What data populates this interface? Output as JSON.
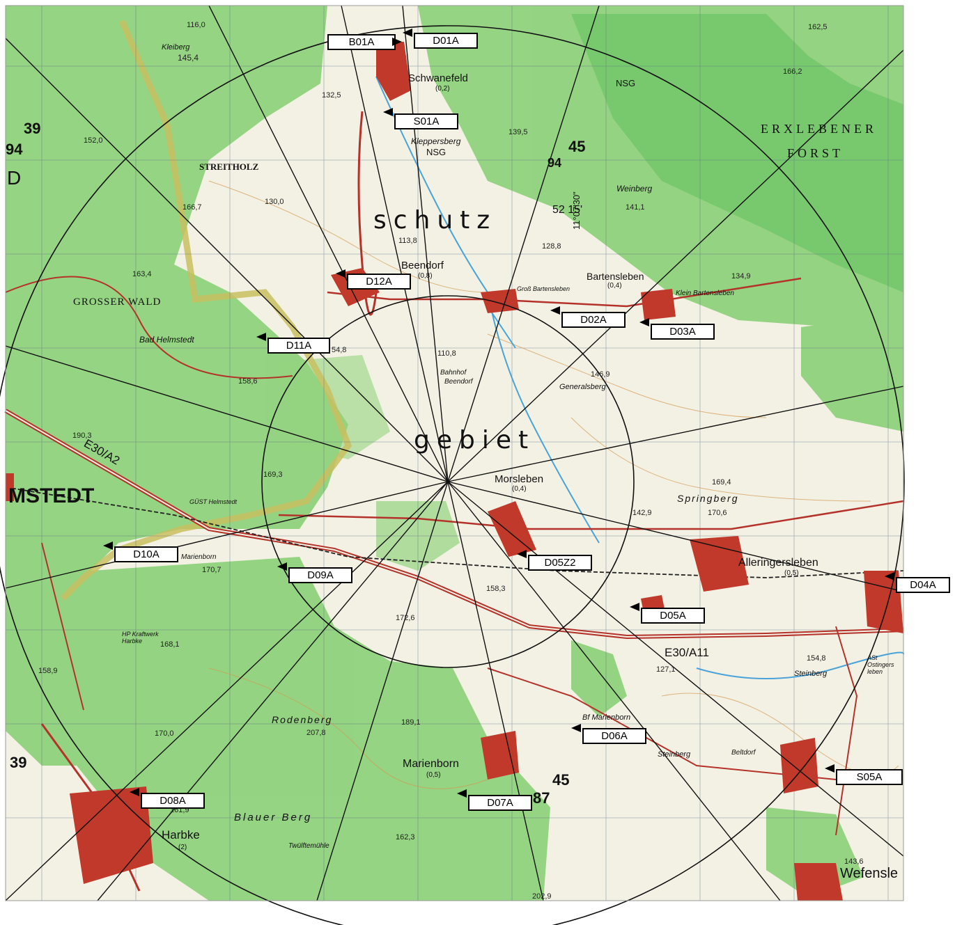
{
  "markers": [
    {
      "id": "B01A"
    },
    {
      "id": "D01A"
    },
    {
      "id": "S01A"
    },
    {
      "id": "D12A"
    },
    {
      "id": "D02A"
    },
    {
      "id": "D03A"
    },
    {
      "id": "D11A"
    },
    {
      "id": "D10A"
    },
    {
      "id": "D09A"
    },
    {
      "id": "D05Z2"
    },
    {
      "id": "D04A"
    },
    {
      "id": "D05A"
    },
    {
      "id": "D06A"
    },
    {
      "id": "S05A"
    },
    {
      "id": "D07A"
    },
    {
      "id": "D08A"
    }
  ],
  "places": {
    "schwanefeld": "Schwanefeld",
    "schwanefeld_sub": "(0,2)",
    "kleppersberg": "Kleppersberg",
    "nsg1": "NSG",
    "nsg2": "NSG",
    "streitholz": "STREITHOLZ",
    "kleiberg": "Kleiberg",
    "beendorf": "Beendorf",
    "beendorf_sub": "(0,8)",
    "bartensleben": "Bartensleben",
    "bartensleben_sub": "(0,4)",
    "gross_bartensleben": "Groß Bartensleben",
    "klein_bartensleben": "Klein Bartensleben",
    "grosser_wald": "GROSSER WALD",
    "bad_helmstedt": "Bad Helmstedt",
    "weinberg": "Weinberg",
    "generalsberg": "Generalsberg",
    "bahnhof": "Bahnhof",
    "bahnhof2": "Beendorf",
    "morsleben": "Morsleben",
    "morsleben_sub": "(0,4)",
    "springberg": "Springberg",
    "alleringersleben": "Alleringersleben",
    "alleringersleben_sub": "(0,5)",
    "erxlebener": "ERXLEBENER",
    "forst": "FORST",
    "helmstedt": "MSTEDT",
    "gust": "GÜST Helmstedt",
    "marienborn_small": "Marienborn",
    "rodenberg": "Rodenberg",
    "marienborn": "Marienborn",
    "marienborn_sub": "(0,5)",
    "bf_marienborn": "Bf Marienborn",
    "steinberg1": "Steinberg",
    "steinberg2": "Steinberg",
    "beltdorf": "Beltdorf",
    "harbke": "Harbke",
    "harbke_sub": "(2)",
    "blauer_berg": "Blauer Berg",
    "twolftemuhle": "Twülftemühle",
    "kraftwerk": "HP Kraftwerk Harbke",
    "wefensleben": "Wefensle",
    "ostingersleben": "ASt Ostingers leben",
    "schutz": "schutz",
    "gebiet": "gebiet",
    "road_e30_a2": "E30/A2",
    "road_e30_a11": "E30/A11",
    "coords": "52 15'",
    "coords2": "11°07'30\""
  },
  "grid_labels": {
    "g39a": "39",
    "g94a": "94",
    "g45a": "45",
    "g94b": "94",
    "g39b": "39",
    "g45b": "45",
    "g87": "87",
    "gd": "D"
  },
  "elevations": [
    "116,0",
    "145,4",
    "132,5",
    "139,5",
    "162,5",
    "166,2",
    "152,0",
    "130,0",
    "166,7",
    "141,1",
    "113,8",
    "128,8",
    "134,9",
    "163,4",
    "154,8",
    "110,8",
    "146,9",
    "158,6",
    "190,3",
    "169,3",
    "169,4",
    "170,6",
    "142,9",
    "170,7",
    "158,3",
    "172,6",
    "168,1",
    "158,9",
    "207,8",
    "170,0",
    "189,1",
    "161,9",
    "162,3",
    "143,6",
    "202,9",
    "127,1",
    "54,8"
  ],
  "colors": {
    "forest": "#8ed17a",
    "forest_dark": "#5fbf5a",
    "open": "#f4f2e6",
    "road": "#b4322a",
    "town": "#c0392b",
    "water": "#4aa3d8",
    "contour": "#d39a55",
    "grid": "#3b4a6a",
    "border": "#c8c060"
  }
}
